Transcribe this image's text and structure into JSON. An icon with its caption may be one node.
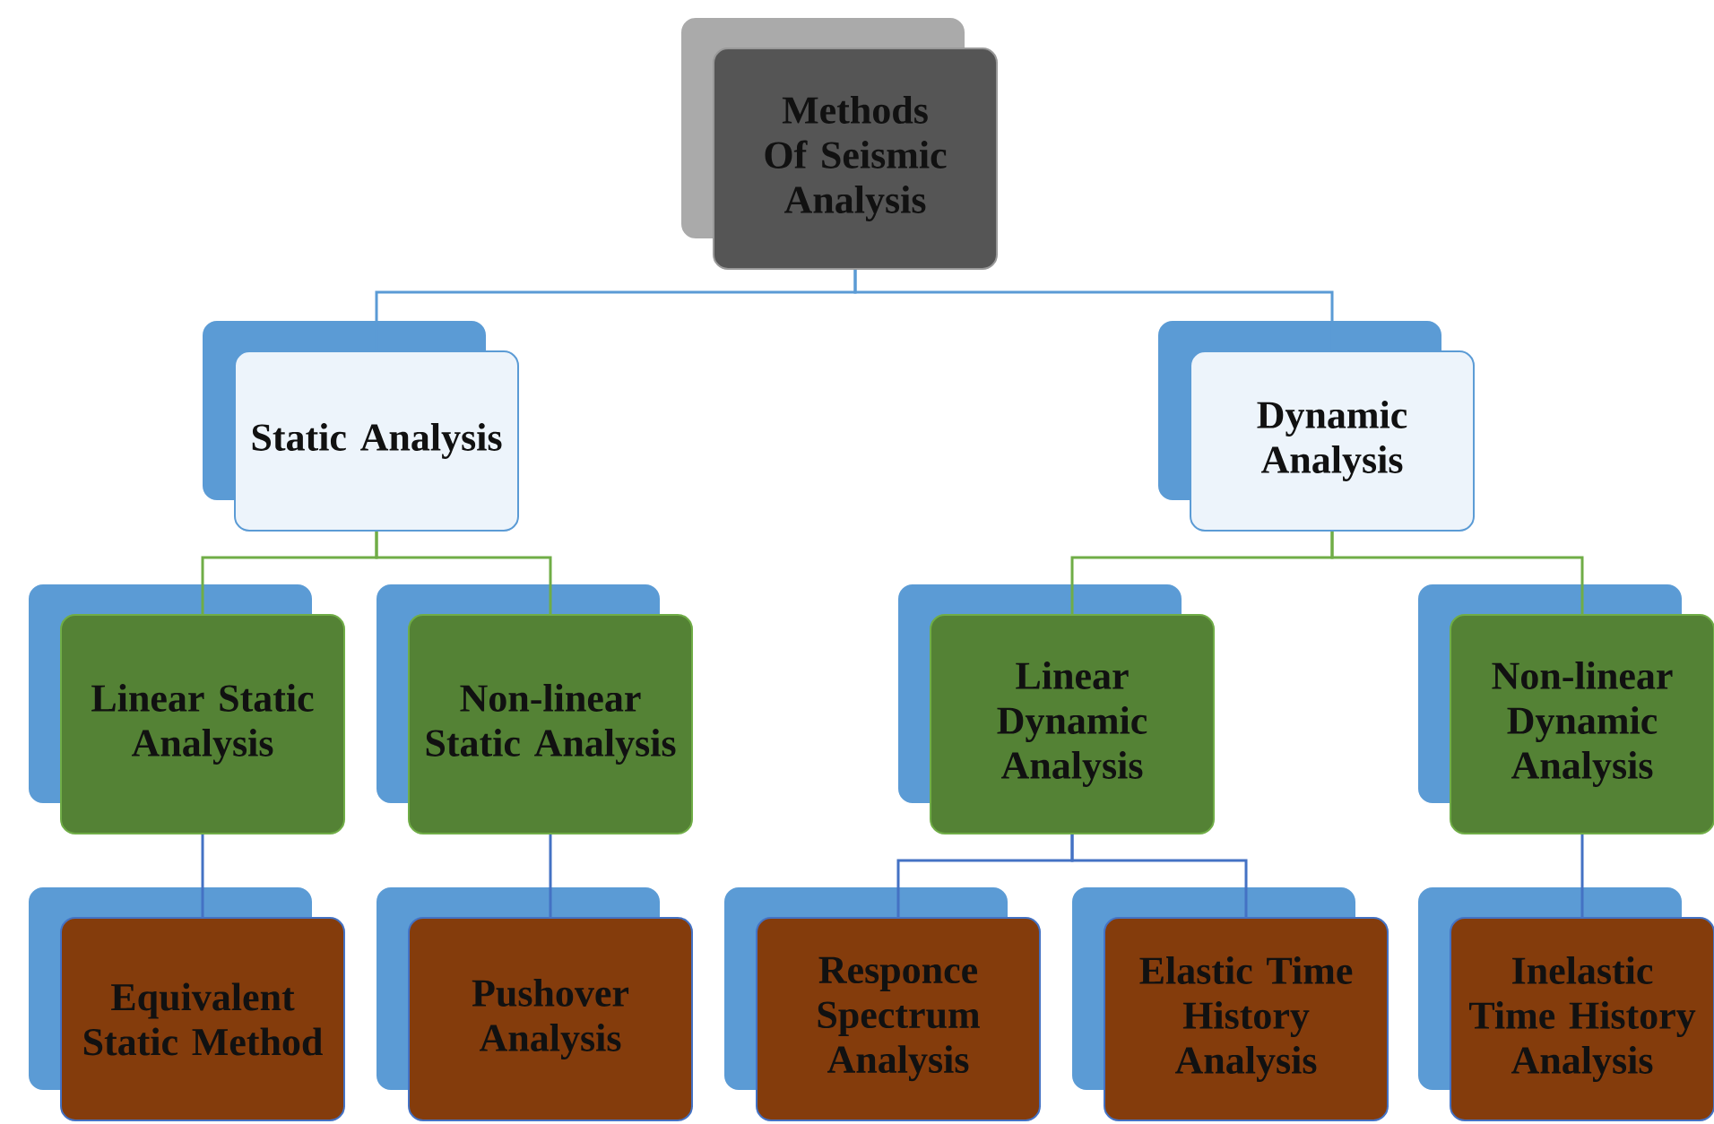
{
  "diagram": {
    "nodes": [
      {
        "text": [
          "Methods Of Seismic Analysis"
        ]
      },
      {
        "text": [
          "Static Analysis"
        ]
      },
      {
        "text": [
          "Dynamic Analysis"
        ]
      },
      {
        "text": [
          "Linear Static Analysis"
        ]
      },
      {
        "text": [
          "Non-linear Static Analysis"
        ]
      },
      {
        "text": [
          "Linear Dynamic Analysis"
        ]
      },
      {
        "text": [
          "Non-linear Dynamic Analysis"
        ]
      },
      {
        "text": [
          "Equivalent Static Method"
        ]
      },
      {
        "text": [
          "Pushover Analysis"
        ]
      },
      {
        "text": [
          "Responce Spectrum Analysis"
        ]
      },
      {
        "text": [
          "Elastic Time History Analysis"
        ]
      },
      {
        "text": [
          "Inelastic Time History Analysis"
        ]
      }
    ],
    "edges": [
      {
        "from": 0,
        "to": 1,
        "arrow": "none",
        "color": "#5b9bd5"
      },
      {
        "from": 0,
        "to": 2,
        "arrow": "none",
        "color": "#5b9bd5"
      },
      {
        "from": 1,
        "to": 3,
        "arrow": "none",
        "color": "#70ad47"
      },
      {
        "from": 1,
        "to": 4,
        "arrow": "none",
        "color": "#70ad47"
      },
      {
        "from": 2,
        "to": 5,
        "arrow": "none",
        "color": "#70ad47"
      },
      {
        "from": 2,
        "to": 6,
        "arrow": "none",
        "color": "#70ad47"
      },
      {
        "from": 3,
        "to": 7,
        "arrow": "none"
      },
      {
        "from": 4,
        "to": 8,
        "arrow": "none"
      },
      {
        "from": 5,
        "to": 9,
        "arrow": "none"
      },
      {
        "from": 5,
        "to": 10,
        "arrow": "none"
      },
      {
        "from": 6,
        "to": 11,
        "arrow": "none"
      }
    ]
  }
}
